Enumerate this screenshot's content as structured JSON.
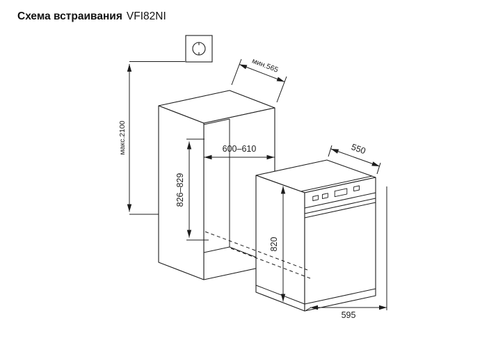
{
  "title": {
    "main": "Схема встраивания",
    "model": "VFI82NI"
  },
  "dimensions": {
    "max_socket_height": "макс.2100",
    "min_niche_depth": "мин.565",
    "niche_width": "600–610",
    "niche_height": "826–829",
    "appliance_depth": "550",
    "appliance_height": "820",
    "appliance_width": "595"
  },
  "icons": {
    "socket": "power-socket-symbol"
  },
  "colors": {
    "line": "#1c1c1c",
    "background": "#ffffff"
  }
}
